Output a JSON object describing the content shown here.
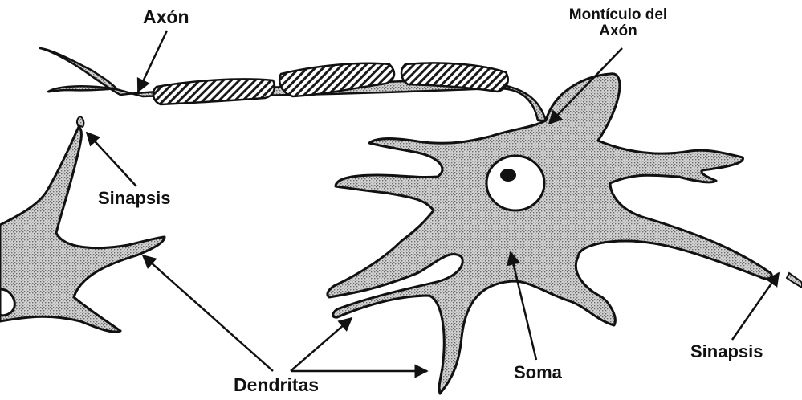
{
  "labels": {
    "axon": "Axón",
    "axon_hillock_line1": "Montículo del",
    "axon_hillock_line2": "Axón",
    "synapse_left": "Sinapsis",
    "dendrites": "Dendritas",
    "soma": "Soma",
    "synapse_right": "Sinapsis"
  },
  "colors": {
    "cell_fill": "#c4c4c4",
    "outline": "#111111",
    "background": "#ffffff"
  }
}
